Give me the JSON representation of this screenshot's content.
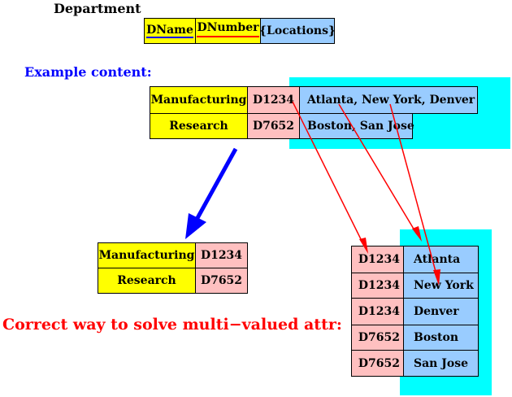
{
  "schema": {
    "title": "Department",
    "attributes": [
      {
        "label": "DName",
        "underline": "#0000ff"
      },
      {
        "label": "DNumber",
        "underline": "#ff0000"
      },
      {
        "label": "{Locations}"
      }
    ]
  },
  "example": {
    "label": "Example content:",
    "rows": [
      {
        "name": "Manufacturing",
        "number": "D1234",
        "locations": "Atlanta, New York, Denver"
      },
      {
        "name": "Research",
        "number": "D7652",
        "locations": "Boston, San Jose"
      }
    ]
  },
  "dept_table": {
    "rows": [
      {
        "name": "Manufacturing",
        "number": "D1234"
      },
      {
        "name": "Research",
        "number": "D7652"
      }
    ]
  },
  "location_table": {
    "rows": [
      {
        "number": "D1234",
        "location": "Atlanta"
      },
      {
        "number": "D1234",
        "location": "New York"
      },
      {
        "number": "D1234",
        "location": "Denver"
      },
      {
        "number": "D7652",
        "location": "Boston"
      },
      {
        "number": "D7652",
        "location": "San Jose"
      }
    ]
  },
  "caption": "Correct way to solve multi−valued attr:",
  "colors": {
    "yellow": "#ffff00",
    "pink": "#ffc0c0",
    "light_blue": "#99ccff",
    "cyan": "#00ffff",
    "arrow_red": "#ff0000",
    "arrow_blue": "#0000ff"
  }
}
